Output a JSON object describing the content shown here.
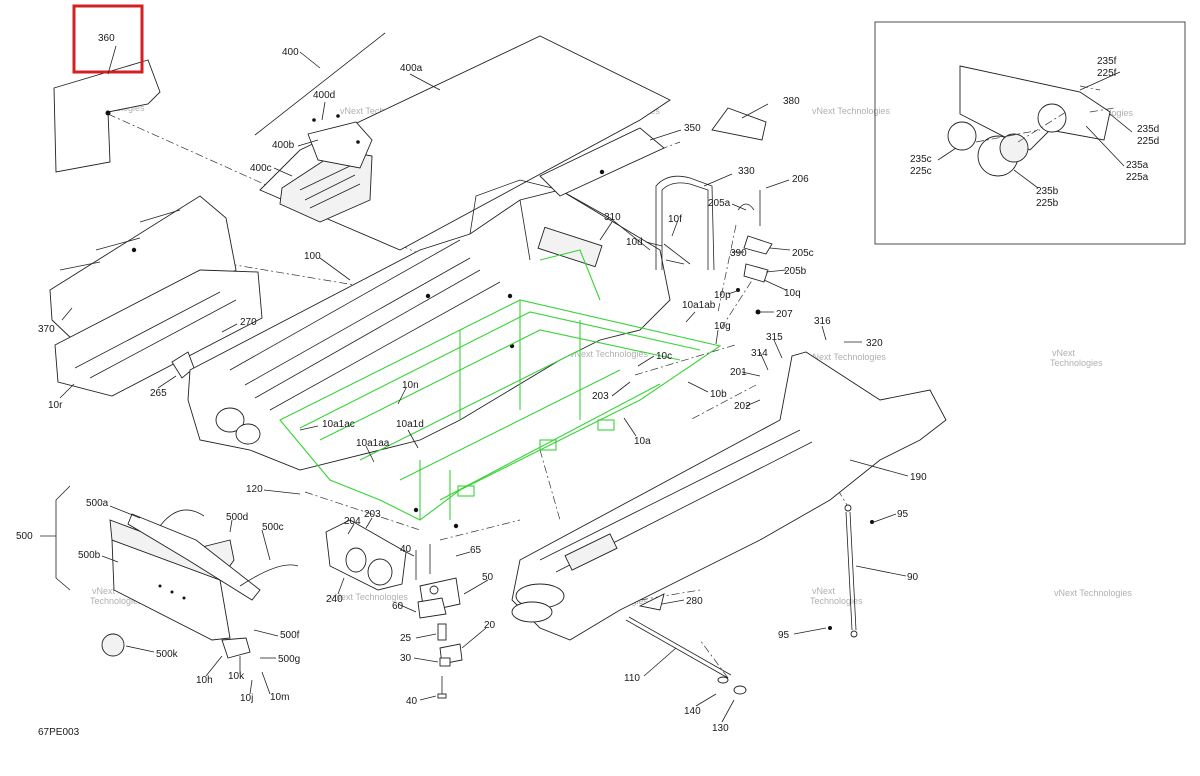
{
  "diagram_code": "67PE003",
  "highlighted_part": "360",
  "colors": {
    "highlight": "#d42020",
    "highlighted_assembly": "#38d438",
    "line": "#222222"
  },
  "watermark": {
    "line1": "vNext",
    "line2": "Technologies",
    "full": "vNext Technologies"
  },
  "callouts": {
    "c360": "360",
    "c400": "400",
    "c400a": "400a",
    "c400d": "400d",
    "c400b": "400b",
    "c400c": "400c",
    "c380": "380",
    "c350": "350",
    "c330": "330",
    "c206": "206",
    "c205a": "205a",
    "c205c": "205c",
    "c205b": "205b",
    "c10q": "10q",
    "c10p": "10p",
    "c207": "207",
    "c390": "390",
    "c10f": "10f",
    "c10d": "10d",
    "c310": "310",
    "c100": "100",
    "c370": "370",
    "c10r": "10r",
    "c265": "265",
    "c270": "270",
    "c10a1ab": "10a1ab",
    "c10g": "10g",
    "c316": "316",
    "c320": "320",
    "c315": "315",
    "c314": "314",
    "c201": "201",
    "c202": "202",
    "c10c": "10c",
    "c10b": "10b",
    "c203a": "203",
    "c10a": "10a",
    "c10n": "10n",
    "c10a1ac": "10a1ac",
    "c10a1d": "10a1d",
    "c10a1aa": "10a1aa",
    "c190": "190",
    "c120": "120",
    "c95a": "95",
    "c90": "90",
    "c95b": "95",
    "c500": "500",
    "c500a": "500a",
    "c500d": "500d",
    "c500c": "500c",
    "c500b": "500b",
    "c500f": "500f",
    "c500g": "500g",
    "c500k": "500k",
    "c10h": "10h",
    "c10k": "10k",
    "c10j": "10j",
    "c10m": "10m",
    "c204": "204",
    "c203b": "203",
    "c40a": "40",
    "c65": "65",
    "c50": "50",
    "c240": "240",
    "c60": "60",
    "c25": "25",
    "c20": "20",
    "c30": "30",
    "c40b": "40",
    "c280": "280",
    "c110": "110",
    "c140": "140",
    "c130": "130",
    "c235f": "235f",
    "c225f": "225f",
    "c235d": "235d",
    "c225d": "225d",
    "c235c": "235c",
    "c225c": "225c",
    "c235a": "235a",
    "c225a": "225a",
    "c235b": "235b",
    "c225b": "225b"
  }
}
